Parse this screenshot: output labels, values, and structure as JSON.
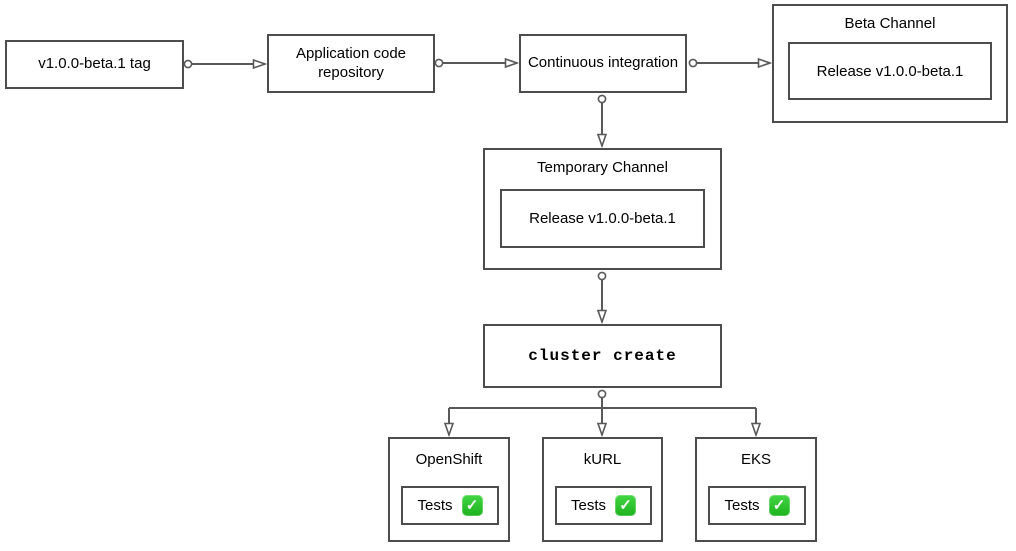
{
  "diagram": {
    "background_color": "#ffffff",
    "box_border_color": "#4d4d4d",
    "arrow_color": "#595959",
    "check_green_color": "#1db31d",
    "check_glyph": "✓",
    "nodes": {
      "tag": {
        "label": "v1.0.0-beta.1 tag"
      },
      "repo": {
        "label": "Application code repository"
      },
      "ci": {
        "label": "Continuous integration"
      },
      "beta_channel": {
        "title": "Beta Channel",
        "release": "Release v1.0.0-beta.1"
      },
      "temporary_channel": {
        "title": "Temporary Channel",
        "release": "Release v1.0.0-beta.1"
      },
      "cluster_create": {
        "label": "cluster create"
      },
      "clusters": [
        {
          "title": "OpenShift",
          "tests_label": "Tests",
          "status_icon": "check-mark-button"
        },
        {
          "title": "kURL",
          "tests_label": "Tests",
          "status_icon": "check-mark-button"
        },
        {
          "title": "EKS",
          "tests_label": "Tests",
          "status_icon": "check-mark-button"
        }
      ]
    },
    "edges": [
      "tag -> repo",
      "repo -> ci",
      "ci -> beta_channel",
      "ci -> temporary_channel",
      "temporary_channel -> cluster_create",
      "cluster_create -> OpenShift",
      "cluster_create -> kURL",
      "cluster_create -> EKS"
    ]
  }
}
